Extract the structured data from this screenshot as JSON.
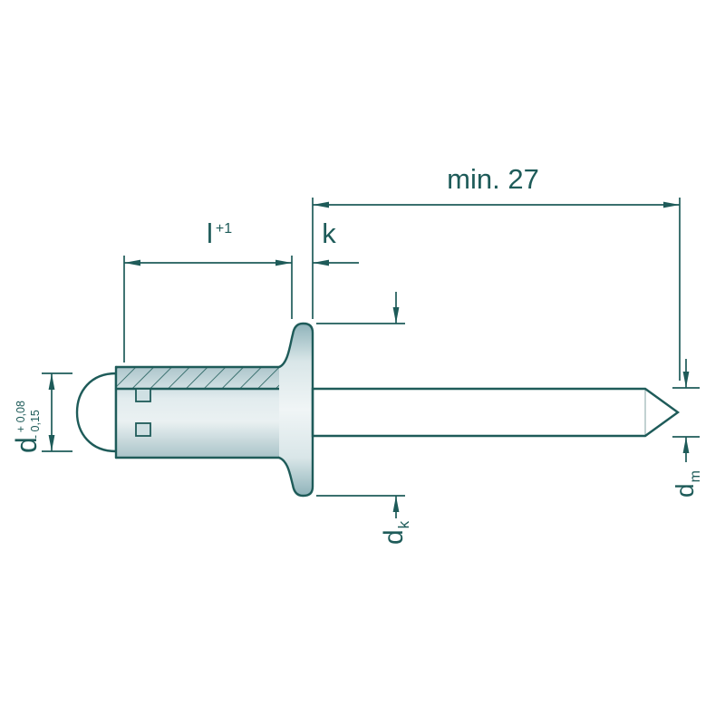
{
  "drawing": {
    "description": "Blind rivet technical dimension drawing",
    "labels": {
      "min_length": "min. 27",
      "body_length": "l",
      "body_length_tolerance": "+1",
      "head_height": "k",
      "diameter": "d",
      "diameter_tolerance_plus": "+ 0,08",
      "diameter_tolerance_minus": "- 0,15",
      "flange_diameter_symbol": "d",
      "flange_diameter_subscript": "k",
      "mandrel_diameter_symbol": "d",
      "mandrel_diameter_subscript": "m"
    },
    "colors": {
      "line": "#1e5b59",
      "metal_light": "#f0f5f6",
      "metal_mid": "#c5d8dc",
      "metal_dark": "#8fb3ba",
      "background": "#ffffff"
    }
  }
}
